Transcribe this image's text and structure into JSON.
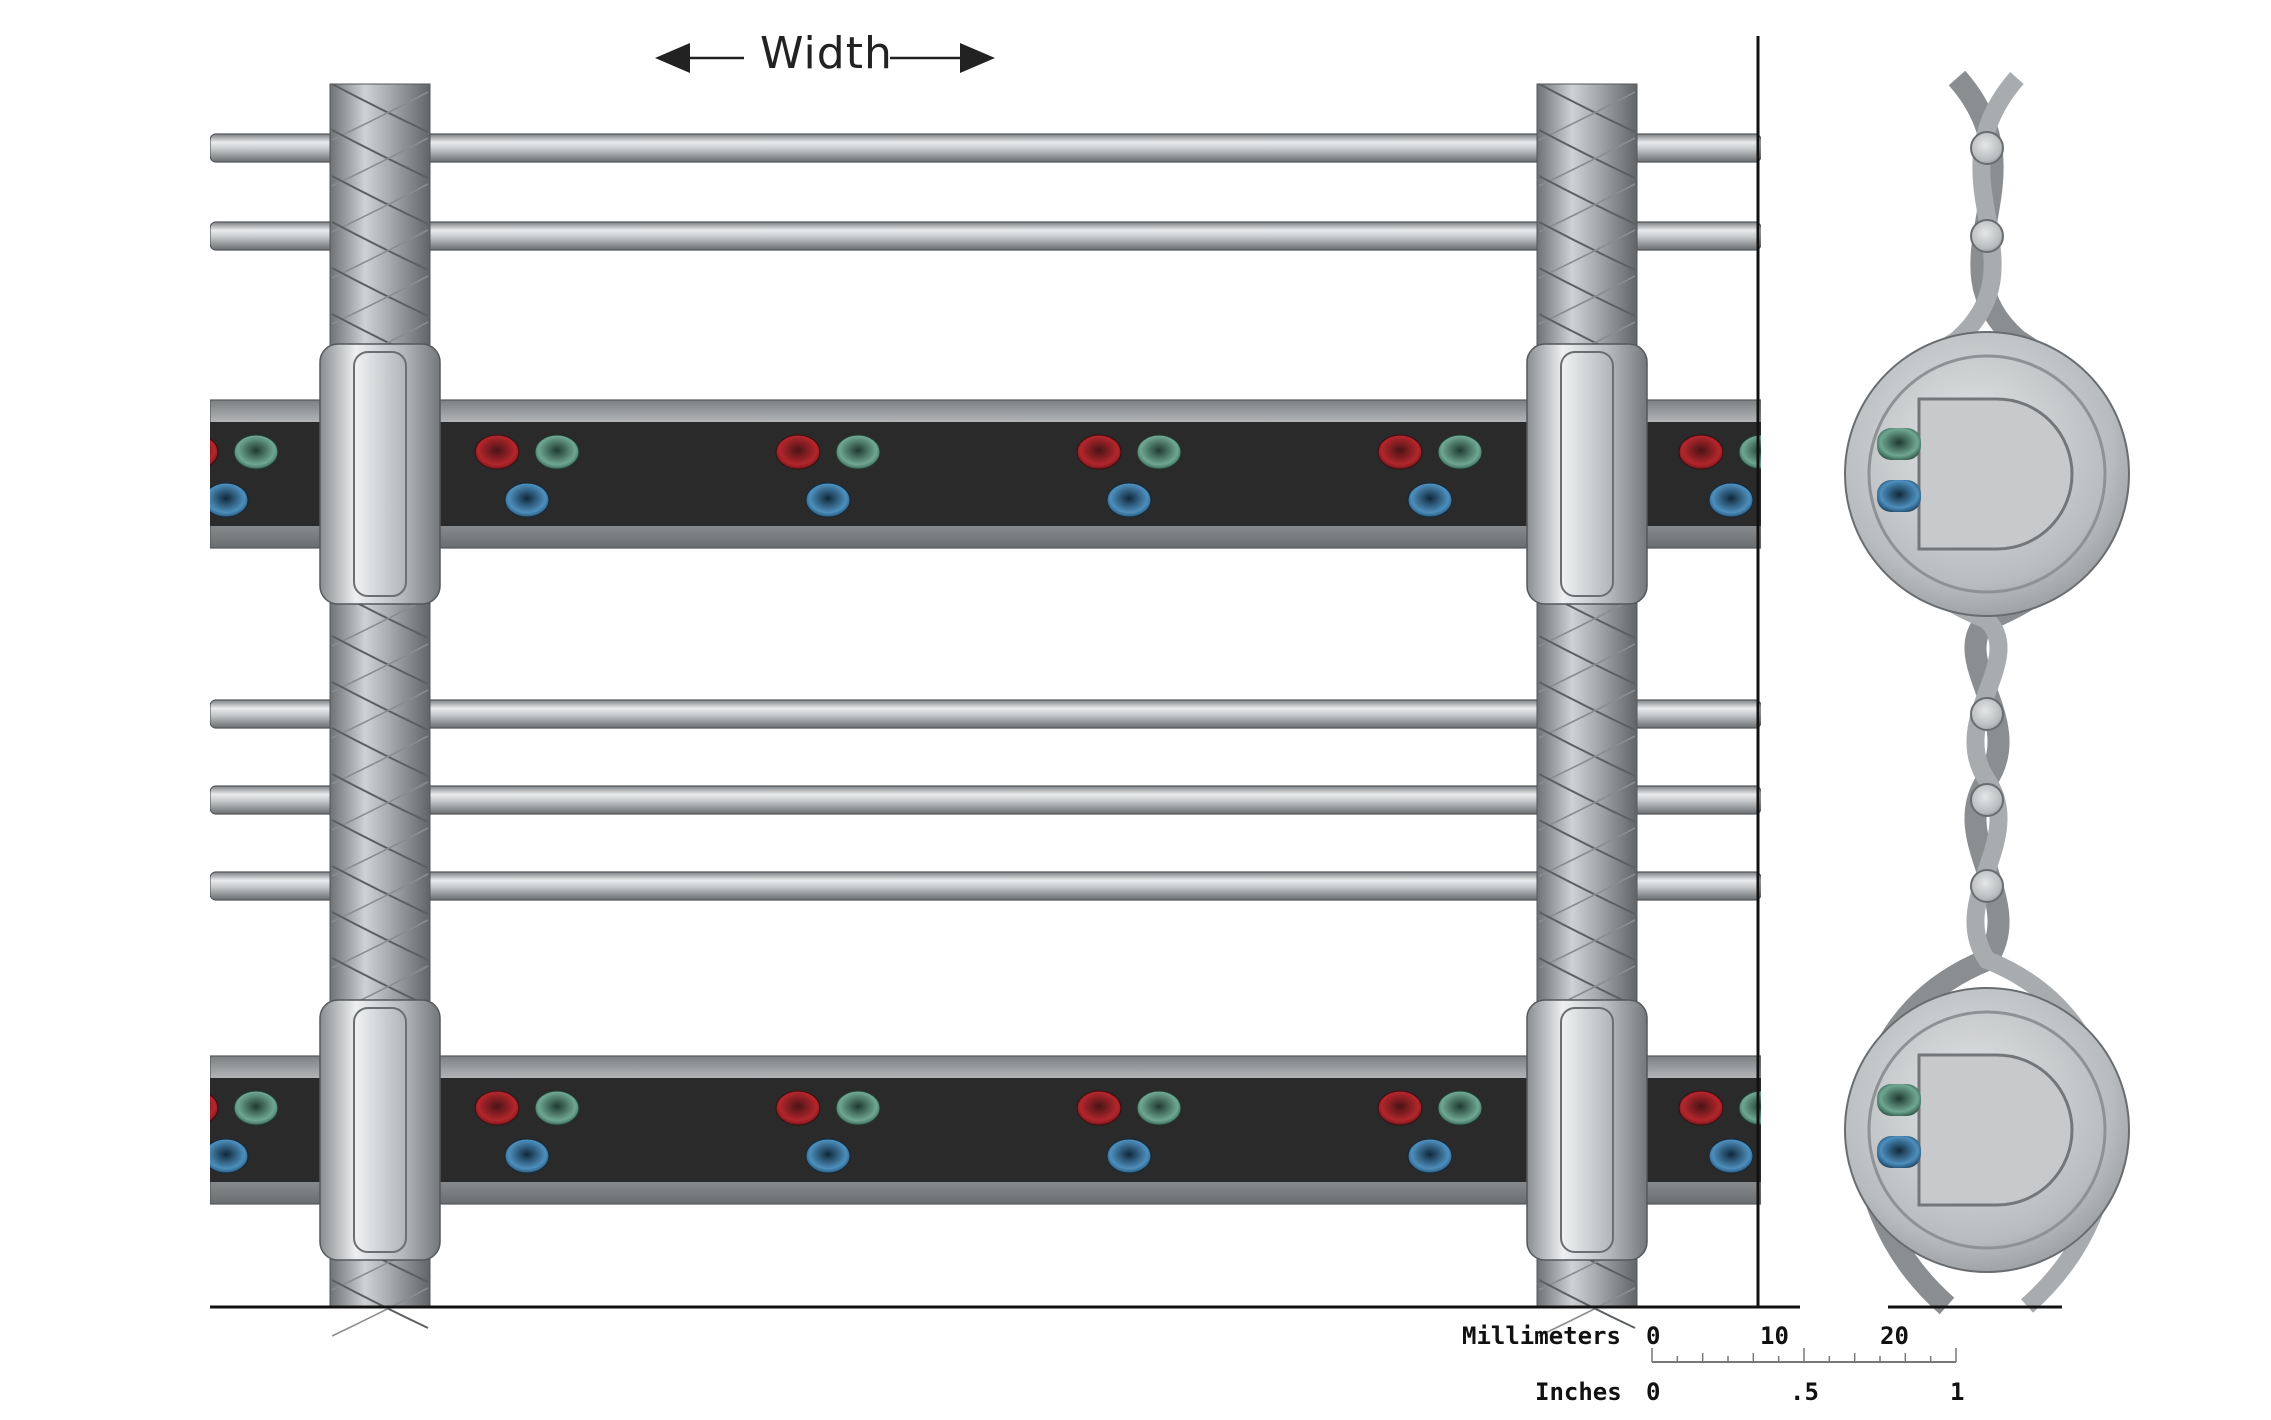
{
  "title_label": "Width",
  "scale": {
    "mm_label": "Millimeters",
    "mm_ticks": [
      "0",
      "10",
      "20"
    ],
    "in_label": "Inches",
    "in_ticks": [
      "0",
      ".5",
      "1"
    ]
  },
  "colors": {
    "led_red": "#b3262c",
    "led_green": "#4f8a76",
    "led_blue": "#2f6e9a",
    "strip": "#2a2a2a",
    "metal": "#b9bcbf"
  }
}
